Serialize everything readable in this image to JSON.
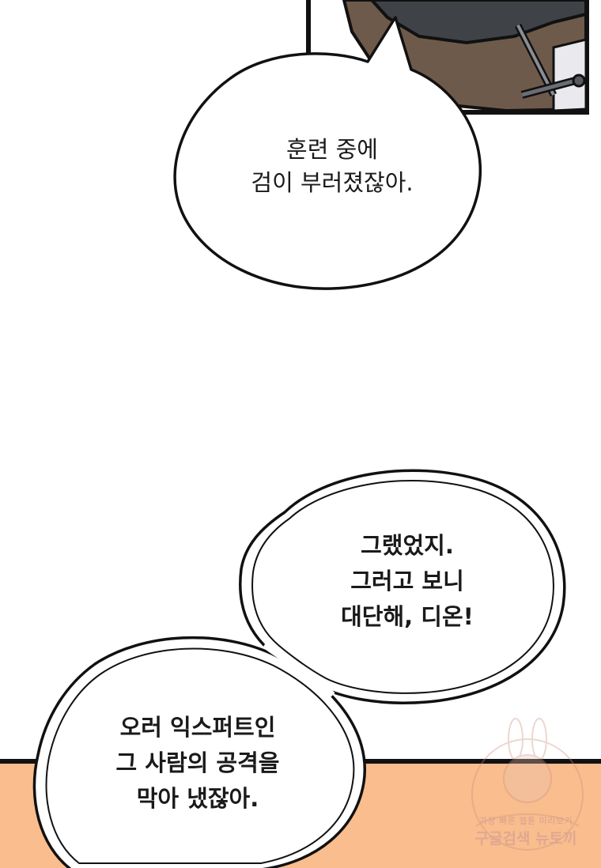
{
  "bubble_1": {
    "lines": [
      "훈련 중에",
      "검이 부러졌잖아."
    ]
  },
  "bubble_2": {
    "lines": [
      "그랬었지.",
      "그러고 보니",
      "대단해, 디온!"
    ]
  },
  "bubble_3": {
    "lines": [
      "오러 익스퍼트인",
      "그 사람의 공격을",
      "막아 냈잖아."
    ]
  },
  "watermark": {
    "line_1": "가장 빠른 웹툰 미리보기",
    "line_2": "구글검색 뉴토끼"
  },
  "colors": {
    "floor": "#f9bd8e",
    "ink": "#111111",
    "watermark": "#d8a18e"
  }
}
